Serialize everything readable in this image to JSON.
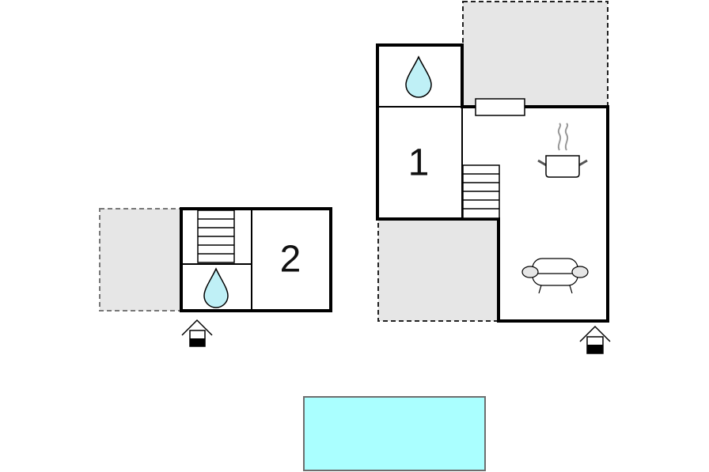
{
  "floorplan": {
    "rooms": [
      {
        "number": "1"
      },
      {
        "number": "2"
      }
    ],
    "icons": {
      "bathroom": "water-drop-icon",
      "stairs": "stairs-icon",
      "kitchen": "cooking-pot-icon",
      "living": "sofa-icon",
      "entrance": "entrance-house-icon",
      "window": "window-icon",
      "pool": "swimming-pool"
    },
    "colors": {
      "wall": "#000000",
      "terrace_fill": "#e6e6e6",
      "terrace_border": "#555555",
      "water_drop": "#bff0f6",
      "pool_fill": "#aaffff",
      "pool_border": "#6e6e6e",
      "steam": "#999999"
    }
  }
}
